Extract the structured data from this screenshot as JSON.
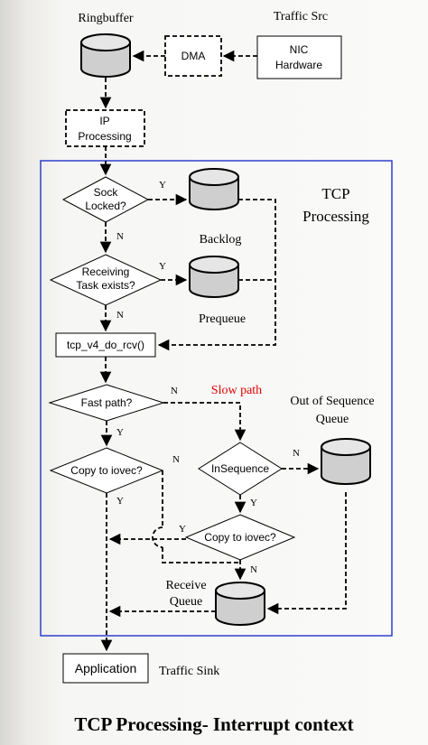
{
  "nodes": {
    "ringbuffer": "Ringbuffer",
    "traffic_src": "Traffic Src",
    "dma": "DMA",
    "nic": [
      "NIC",
      "Hardware"
    ],
    "ip_processing": [
      "IP",
      "Processing"
    ],
    "tcp_processing": [
      "TCP",
      "Processing"
    ],
    "sock_locked": [
      "Sock",
      "Locked?"
    ],
    "backlog": "Backlog",
    "receiving_task": [
      "Receiving",
      "Task exists?"
    ],
    "prequeue": "Prequeue",
    "tcp_v4_do_rcv": "tcp_v4_do_rcv()",
    "fast_path": "Fast path?",
    "slow_path": "Slow path",
    "out_of_sequence": [
      "Out of Sequence",
      "Queue"
    ],
    "copy_to_iovec_1": "Copy to iovec?",
    "in_sequence": "InSequence",
    "copy_to_iovec_2": "Copy to iovec?",
    "receive_queue": [
      "Receive",
      "Queue"
    ],
    "application": "Application",
    "traffic_sink": "Traffic Sink"
  },
  "edge_labels": {
    "sock_yes": "Y",
    "sock_no": "N",
    "task_yes": "Y",
    "task_no": "N",
    "fast_no": "N",
    "fast_yes": "Y",
    "copy1_no": "N",
    "copy1_yes": "Y",
    "inseq_no": "N",
    "inseq_yes": "Y",
    "copy2_yes": "Y",
    "copy2_no": "N"
  },
  "colors": {
    "slow_path": "#e00000",
    "frame": "#2233cc",
    "cylinder_fill": "#cfcfcf"
  },
  "page_title": "TCP Processing- Interrupt context"
}
